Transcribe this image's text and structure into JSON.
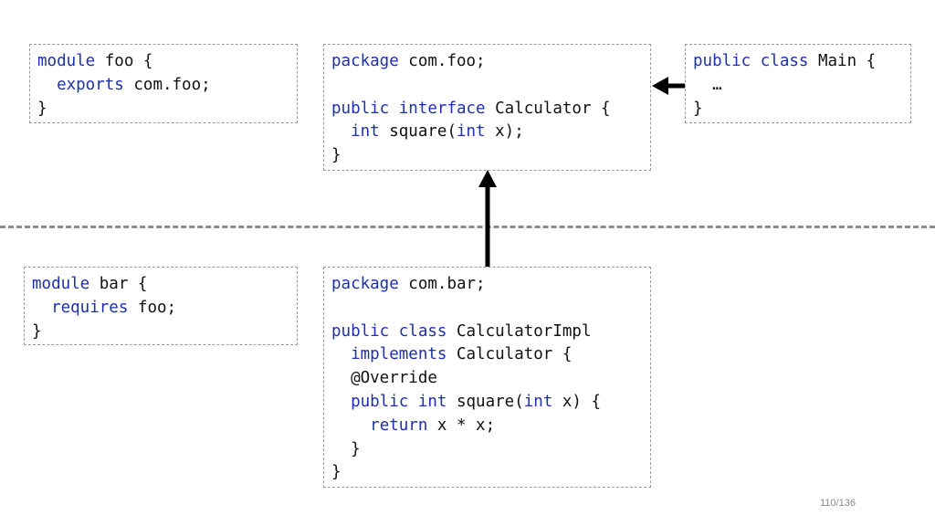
{
  "boxes": {
    "module_foo": {
      "lines": [
        [
          {
            "t": "module",
            "c": "kw"
          },
          {
            "t": " foo {"
          }
        ],
        [
          {
            "t": "  "
          },
          {
            "t": "exports",
            "c": "kw"
          },
          {
            "t": " com.foo;"
          }
        ],
        [
          {
            "t": "}"
          }
        ]
      ]
    },
    "calculator_interface": {
      "lines": [
        [
          {
            "t": "package",
            "c": "kw"
          },
          {
            "t": " com.foo;"
          }
        ],
        [
          {
            "t": ""
          }
        ],
        [
          {
            "t": "public",
            "c": "kw"
          },
          {
            "t": " "
          },
          {
            "t": "interface",
            "c": "kw"
          },
          {
            "t": " Calculator {"
          }
        ],
        [
          {
            "t": "  "
          },
          {
            "t": "int",
            "c": "kw"
          },
          {
            "t": " square("
          },
          {
            "t": "int",
            "c": "kw"
          },
          {
            "t": " x);"
          }
        ],
        [
          {
            "t": "}"
          }
        ]
      ]
    },
    "main_class": {
      "lines": [
        [
          {
            "t": "public",
            "c": "kw"
          },
          {
            "t": " "
          },
          {
            "t": "class",
            "c": "kw"
          },
          {
            "t": " Main {"
          }
        ],
        [
          {
            "t": "  …"
          }
        ],
        [
          {
            "t": "}"
          }
        ]
      ]
    },
    "module_bar": {
      "lines": [
        [
          {
            "t": "module",
            "c": "kw"
          },
          {
            "t": " bar {"
          }
        ],
        [
          {
            "t": "  "
          },
          {
            "t": "requires",
            "c": "kw"
          },
          {
            "t": " foo;"
          }
        ],
        [
          {
            "t": "}"
          }
        ]
      ]
    },
    "calculator_impl": {
      "lines": [
        [
          {
            "t": "package",
            "c": "kw"
          },
          {
            "t": " com.bar;"
          }
        ],
        [
          {
            "t": ""
          }
        ],
        [
          {
            "t": "public",
            "c": "kw"
          },
          {
            "t": " "
          },
          {
            "t": "class",
            "c": "kw"
          },
          {
            "t": " CalculatorImpl"
          }
        ],
        [
          {
            "t": "  "
          },
          {
            "t": "implements",
            "c": "kw"
          },
          {
            "t": " Calculator {"
          }
        ],
        [
          {
            "t": "  @Override"
          }
        ],
        [
          {
            "t": "  "
          },
          {
            "t": "public",
            "c": "kw"
          },
          {
            "t": " "
          },
          {
            "t": "int",
            "c": "kw"
          },
          {
            "t": " square("
          },
          {
            "t": "int",
            "c": "kw"
          },
          {
            "t": " x) {"
          }
        ],
        [
          {
            "t": "    "
          },
          {
            "t": "return",
            "c": "kw"
          },
          {
            "t": " x * x;"
          }
        ],
        [
          {
            "t": "  }"
          }
        ],
        [
          {
            "t": "}"
          }
        ]
      ]
    }
  },
  "page_number": "110/136",
  "colors": {
    "keyword": "#1e2fb0",
    "text": "#111111",
    "box_border": "#9a9a9a",
    "separator": "#8c8c8c",
    "arrow": "#000000"
  }
}
